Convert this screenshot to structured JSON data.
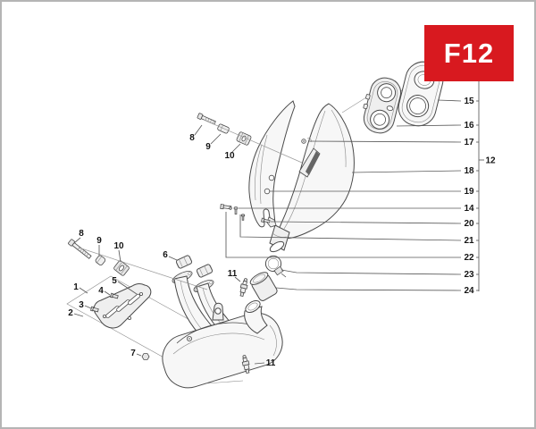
{
  "badge": {
    "label": "F12"
  },
  "callouts": {
    "right_column": {
      "c15": "15",
      "c16": "16",
      "c17": "17",
      "c18": "18",
      "c19": "19",
      "c14": "14",
      "c20": "20",
      "c21": "21",
      "c22": "22",
      "c23": "23",
      "c24": "24"
    },
    "assembly_group": "12",
    "upper_mount": {
      "c8": "8",
      "c9": "9",
      "c10": "10"
    },
    "lower_mount": {
      "c8": "8",
      "c9": "9",
      "c10": "10"
    },
    "bracket_group": {
      "c1": "1",
      "c2": "2",
      "c3": "3",
      "c4": "4",
      "c5": "5"
    },
    "gasket": "6",
    "nut": "7",
    "sensor_upper": "11",
    "sensor_lower": "11"
  },
  "colors": {
    "badge_bg": "#d8191f",
    "badge_text": "#ffffff",
    "line_art": "#4a4a4a",
    "leader_line": "#5a5a5a",
    "page_border": "#b5b5b5",
    "page_bg": "#ffffff"
  }
}
